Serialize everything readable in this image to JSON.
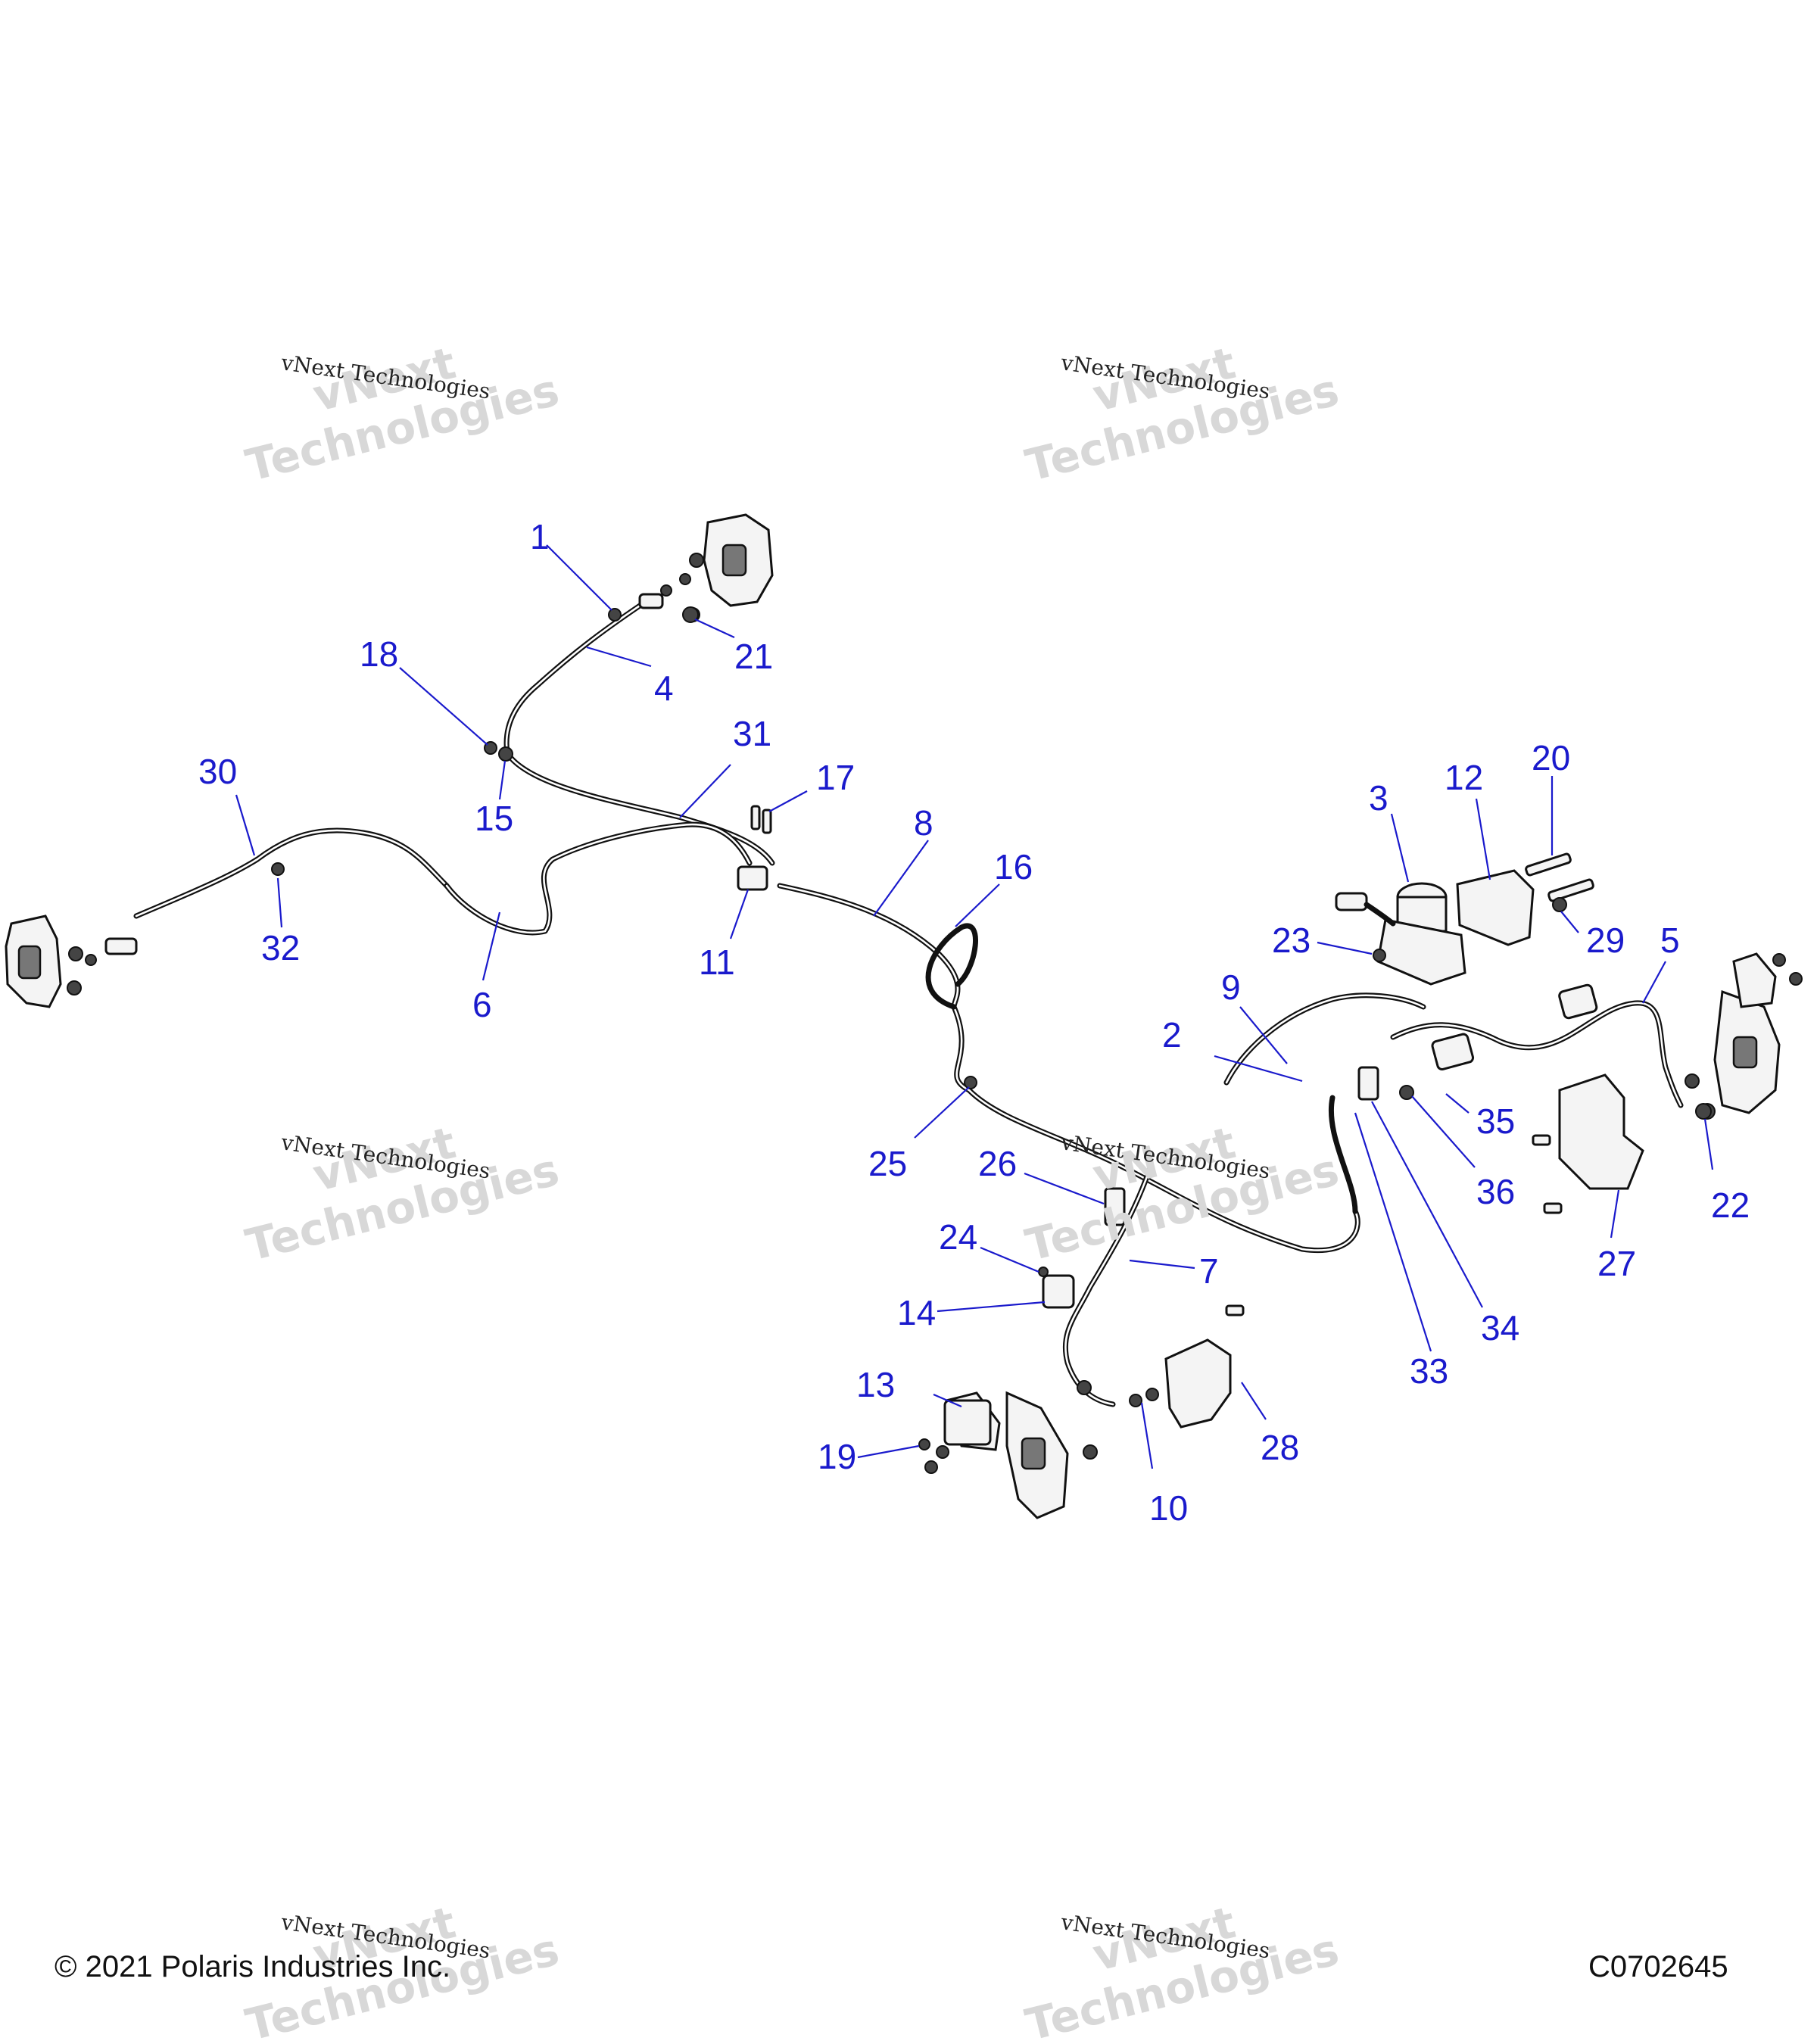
{
  "callouts": [
    "1",
    "2",
    "3",
    "4",
    "5",
    "6",
    "7",
    "8",
    "9",
    "10",
    "11",
    "12",
    "13",
    "14",
    "15",
    "16",
    "17",
    "18",
    "19",
    "20",
    "21",
    "22",
    "23",
    "24",
    "25",
    "26",
    "27",
    "28",
    "29",
    "30",
    "31",
    "32",
    "33",
    "34",
    "35",
    "36"
  ],
  "watermark": {
    "line_small": "vNext Technologies",
    "line_big_1": "vNext",
    "line_big_2": "Technologies"
  },
  "footer": {
    "copyright": "© 2021 Polaris Industries Inc.",
    "diagram_code": "C0702645"
  },
  "colors": {
    "callout": "#1a1acc",
    "line": "#111111",
    "watermark": "#d8d8d8"
  }
}
